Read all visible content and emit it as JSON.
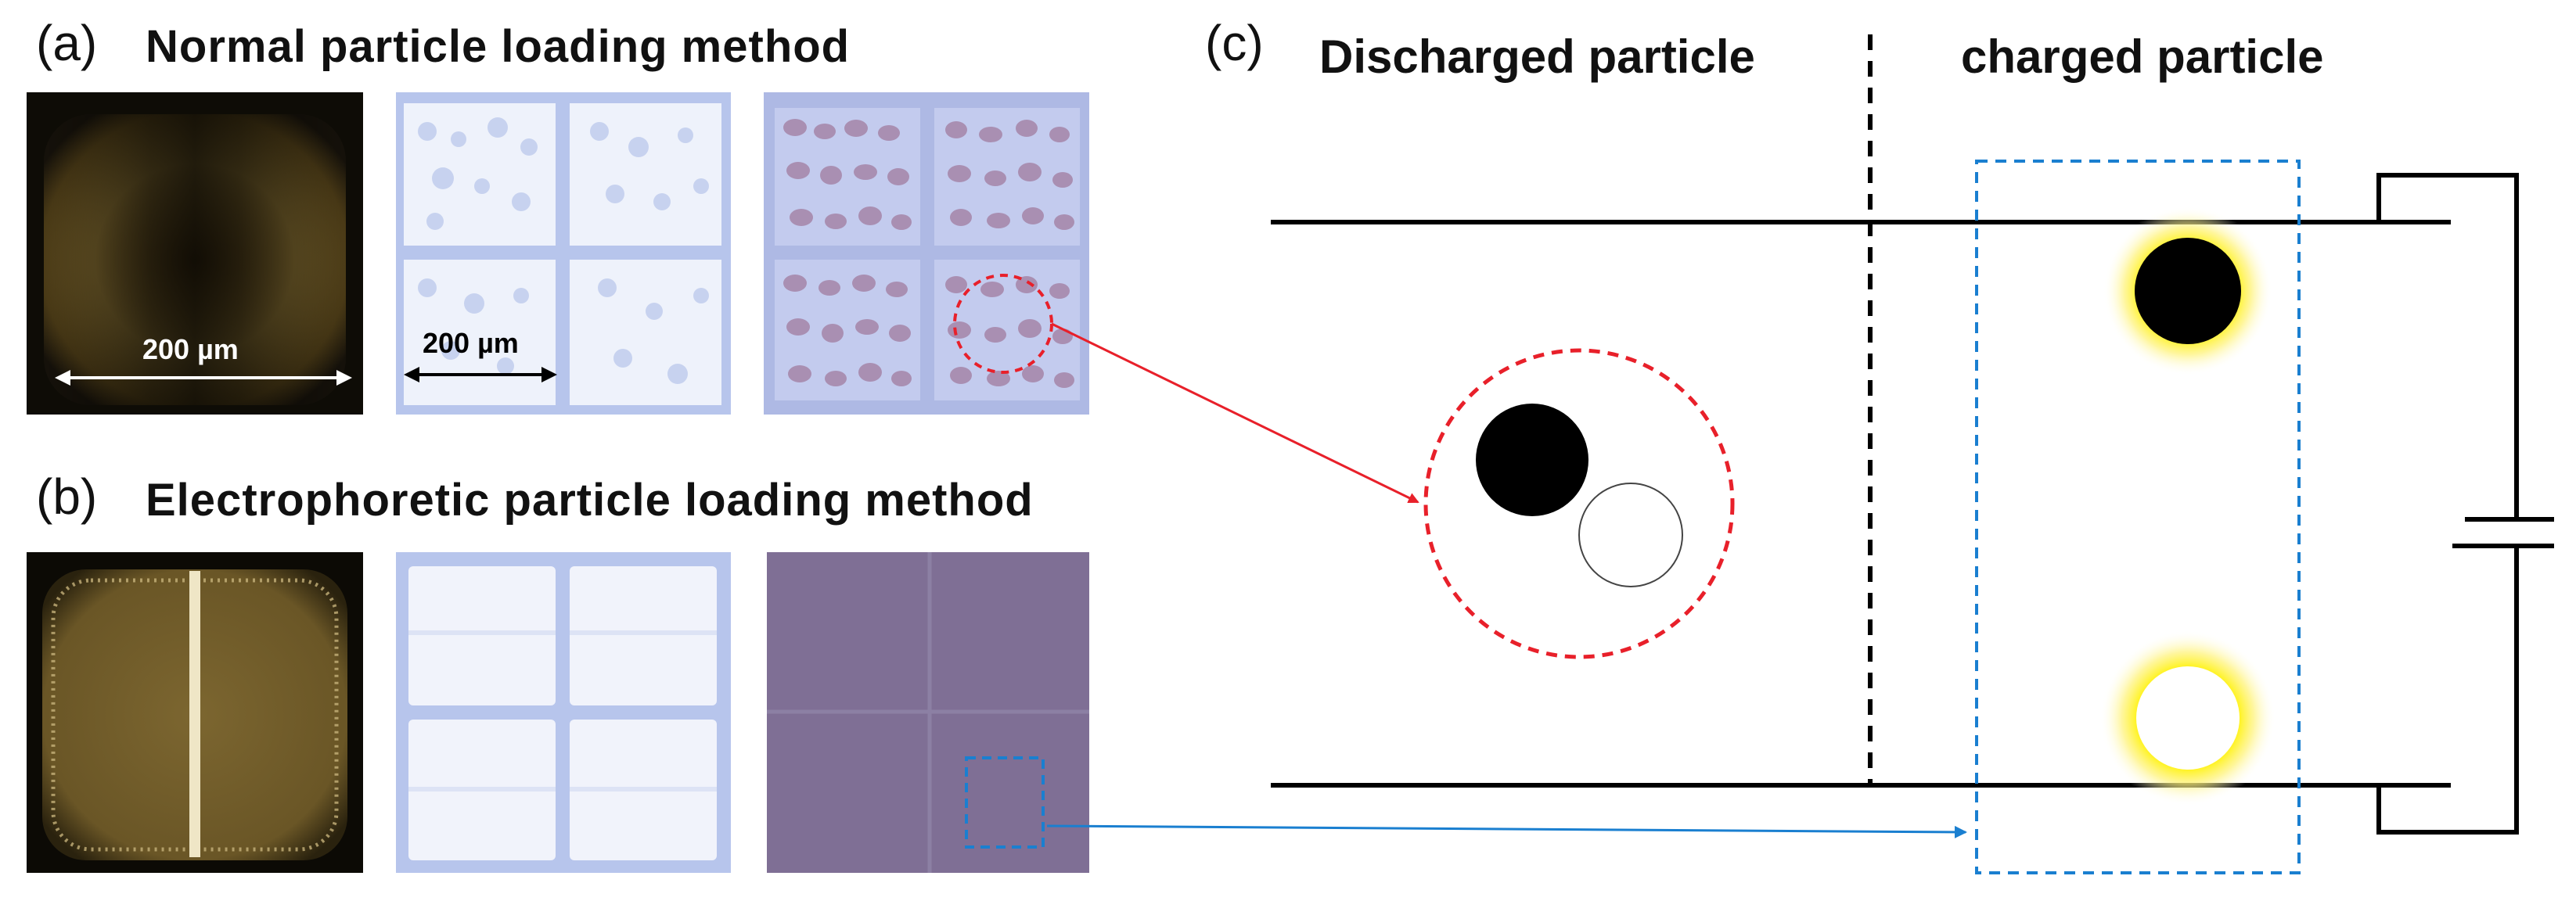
{
  "panels": {
    "a": {
      "letter": "(a)",
      "title": "Normal particle loading method"
    },
    "b": {
      "letter": "(b)",
      "title": "Electrophoretic particle loading method"
    },
    "c": {
      "letter": "(c)",
      "left_title": "Discharged particle",
      "right_title": "charged particle"
    }
  },
  "scalebars": {
    "first": "200 µm",
    "second": "200 µm"
  },
  "colors": {
    "red_highlight": "#e8202a",
    "blue_highlight": "#1a7fd0",
    "glow": "#fff200",
    "particle_black": "#000000"
  }
}
